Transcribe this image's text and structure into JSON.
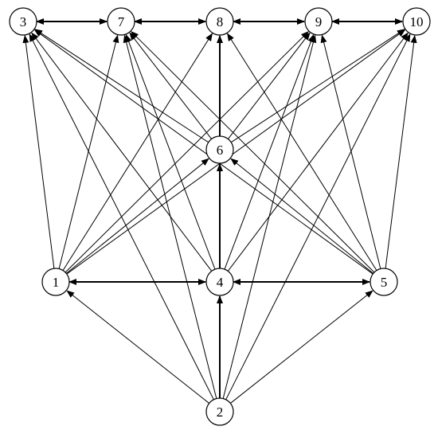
{
  "nodes": [
    {
      "id": "n3",
      "label": "3"
    },
    {
      "id": "n7",
      "label": "7"
    },
    {
      "id": "n8",
      "label": "8"
    },
    {
      "id": "n9",
      "label": "9"
    },
    {
      "id": "n10",
      "label": "10"
    },
    {
      "id": "n6",
      "label": "6"
    },
    {
      "id": "n1",
      "label": "1"
    },
    {
      "id": "n4",
      "label": "4"
    },
    {
      "id": "n5",
      "label": "5"
    },
    {
      "id": "n2",
      "label": "2"
    }
  ],
  "edges": [
    {
      "from": "n3",
      "to": "n7",
      "bidirectional": true
    },
    {
      "from": "n7",
      "to": "n8",
      "bidirectional": true
    },
    {
      "from": "n8",
      "to": "n9",
      "bidirectional": true
    },
    {
      "from": "n9",
      "to": "n10",
      "bidirectional": true
    },
    {
      "from": "n1",
      "to": "n4",
      "bidirectional": true
    },
    {
      "from": "n4",
      "to": "n5",
      "bidirectional": true
    },
    {
      "from": "n4",
      "to": "n6"
    },
    {
      "from": "n6",
      "to": "n8"
    },
    {
      "from": "n2",
      "to": "n4"
    },
    {
      "from": "n2",
      "to": "n1"
    },
    {
      "from": "n2",
      "to": "n5"
    },
    {
      "from": "n2",
      "to": "n3"
    },
    {
      "from": "n2",
      "to": "n7"
    },
    {
      "from": "n2",
      "to": "n9"
    },
    {
      "from": "n2",
      "to": "n10"
    },
    {
      "from": "n1",
      "to": "n3"
    },
    {
      "from": "n1",
      "to": "n7"
    },
    {
      "from": "n1",
      "to": "n8"
    },
    {
      "from": "n1",
      "to": "n9"
    },
    {
      "from": "n1",
      "to": "n10"
    },
    {
      "from": "n1",
      "to": "n6"
    },
    {
      "from": "n5",
      "to": "n3"
    },
    {
      "from": "n5",
      "to": "n7"
    },
    {
      "from": "n5",
      "to": "n8"
    },
    {
      "from": "n5",
      "to": "n9"
    },
    {
      "from": "n5",
      "to": "n10"
    },
    {
      "from": "n5",
      "to": "n6"
    },
    {
      "from": "n4",
      "to": "n3"
    },
    {
      "from": "n4",
      "to": "n7"
    },
    {
      "from": "n4",
      "to": "n9"
    },
    {
      "from": "n4",
      "to": "n10"
    },
    {
      "from": "n6",
      "to": "n3"
    },
    {
      "from": "n6",
      "to": "n7"
    },
    {
      "from": "n6",
      "to": "n9"
    },
    {
      "from": "n6",
      "to": "n10"
    }
  ]
}
